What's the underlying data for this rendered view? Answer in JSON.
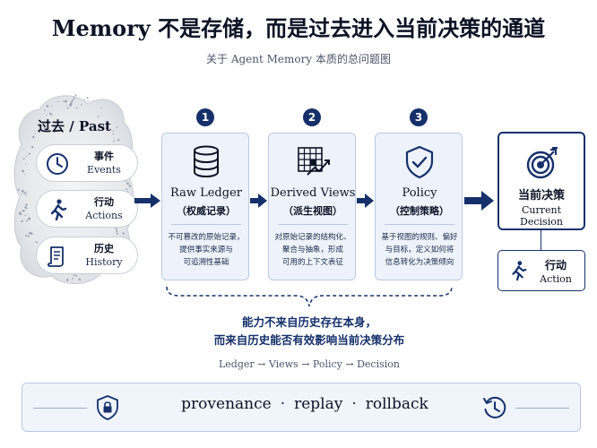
{
  "header": {
    "title": "Memory 不是存储，而是过去进入当前决策的通道",
    "subtitle": "关于 Agent Memory 本质的总问题图"
  },
  "past": {
    "title": "过去 / Past",
    "items": [
      {
        "zh": "事件",
        "en": "Events",
        "icon": "clock-icon"
      },
      {
        "zh": "行动",
        "en": "Actions",
        "icon": "runner-icon"
      },
      {
        "zh": "历史",
        "en": "History",
        "icon": "scroll-icon"
      }
    ]
  },
  "steps": [
    {
      "num": "1",
      "en": "Raw Ledger",
      "zh": "（权威记录）",
      "icon": "database-icon",
      "desc": [
        "不可篡改的原始记录，",
        "提供事实来源与",
        "可追溯性基础"
      ]
    },
    {
      "num": "2",
      "en": "Derived Views",
      "zh": "（派生视图）",
      "icon": "table-chart-icon",
      "desc": [
        "对原始记录的结构化、",
        "聚合与抽象，形成",
        "可用的上下文表征"
      ]
    },
    {
      "num": "3",
      "en": "Policy",
      "zh": "（控制策略）",
      "icon": "shield-check-icon",
      "desc": [
        "基于视图的规则、偏好",
        "与目标，定义如何将",
        "信息转化为决策倾向"
      ]
    }
  ],
  "decision": {
    "zh": "当前决策",
    "en": "Current Decision",
    "icon": "target-icon"
  },
  "action": {
    "zh": "行动",
    "en": "Action",
    "icon": "runner-icon"
  },
  "principle": {
    "line1": "能力不来自历史存在本身，",
    "line2": "而来自历史能否有效影响当前决策分布"
  },
  "flow": "Ledger → Views → Policy → Decision",
  "bottom": {
    "words": [
      "provenance",
      "replay",
      "rollback"
    ],
    "separator": "·",
    "left_icon": "shield-lock-icon",
    "right_icon": "history-icon"
  },
  "colors": {
    "navy": "#15306a",
    "card_bg": "#eef3fb",
    "card_border": "#b9c9e3"
  }
}
